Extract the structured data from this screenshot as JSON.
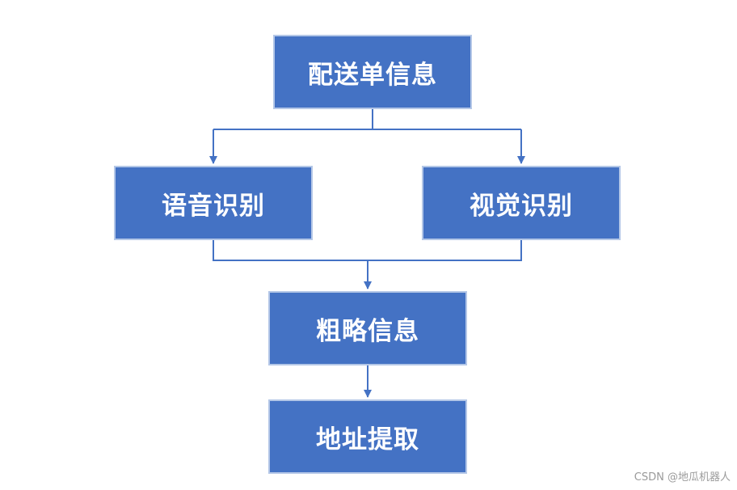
{
  "nodes": {
    "delivery_info": "配送单信息",
    "speech_recognition": "语音识别",
    "visual_recognition": "视觉识别",
    "rough_info": "粗略信息",
    "address_extraction": "地址提取"
  },
  "watermark": "CSDN @地瓜机器人",
  "colors": {
    "node_fill": "#4472c4",
    "node_border": "#b4c7e7",
    "connector": "#4472c4"
  }
}
